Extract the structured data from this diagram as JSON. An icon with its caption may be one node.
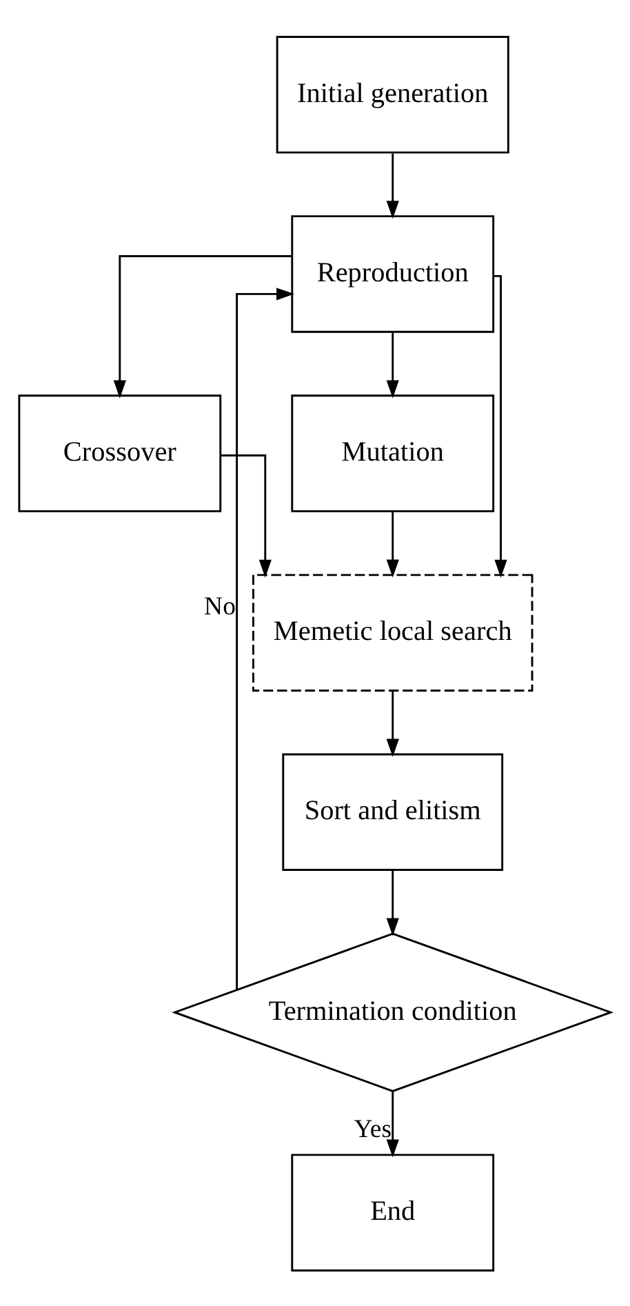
{
  "diagram": {
    "nodes": [
      {
        "text": [
          "Initial generation"
        ]
      },
      {
        "text": [
          "Reproduction"
        ]
      },
      {
        "text": [
          "Crossover"
        ]
      },
      {
        "text": [
          "Mutation"
        ]
      },
      {
        "text": [
          "Memetic local search"
        ]
      },
      {
        "text": [
          "Sort and elitism"
        ]
      },
      {
        "text": [
          "Termination condition"
        ]
      },
      {
        "text": [
          "End"
        ]
      }
    ],
    "edges": [
      {
        "from": 0,
        "to": 1,
        "arrow": "to"
      },
      {
        "from": 1,
        "to": 2,
        "arrow": "to"
      },
      {
        "from": 1,
        "to": 3,
        "arrow": "to"
      },
      {
        "from": 1,
        "to": 4,
        "arrow": "to"
      },
      {
        "from": 2,
        "to": 4,
        "arrow": "to"
      },
      {
        "from": 3,
        "to": 4,
        "arrow": "to"
      },
      {
        "from": 4,
        "to": 5,
        "arrow": "to"
      },
      {
        "from": 5,
        "to": 6,
        "arrow": "to"
      },
      {
        "from": 6,
        "to": 1,
        "arrow": "to",
        "label": "No"
      },
      {
        "from": 6,
        "to": 7,
        "arrow": "to",
        "label": "Yes"
      }
    ]
  }
}
